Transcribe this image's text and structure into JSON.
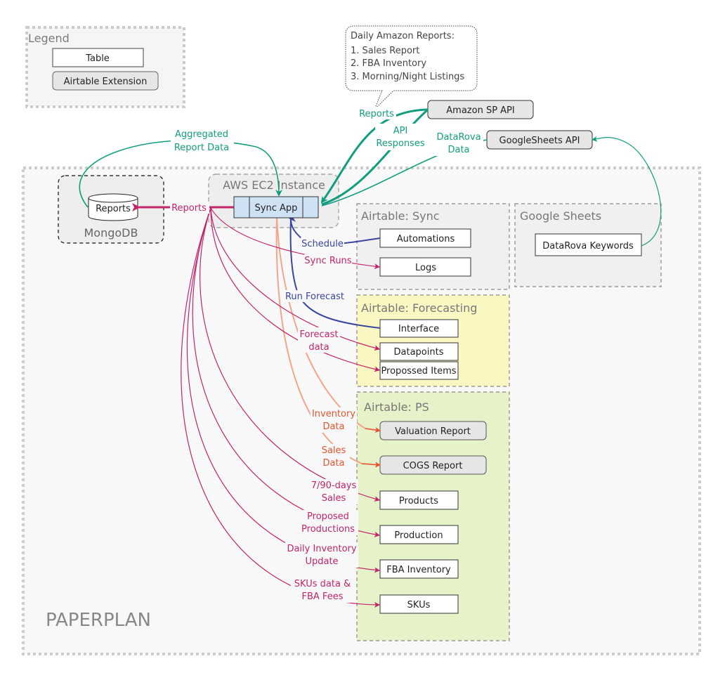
{
  "legend": {
    "title": "Legend",
    "table_label": "Table",
    "extension_label": "Airtable Extension"
  },
  "callout": {
    "lines": [
      "Daily Amazon Reports:",
      "1. Sales Report",
      "2. FBA Inventory",
      "3. Morning/Night Listings"
    ]
  },
  "apis": {
    "amazon": "Amazon SP API",
    "googlesheets": "GoogleSheets API"
  },
  "paperplan": {
    "title": "PAPERPLAN"
  },
  "mongodb": {
    "title": "MongoDB",
    "reports": "Reports"
  },
  "aws": {
    "title": "AWS EC2 Instance",
    "sync_app": "Sync App"
  },
  "sync_group": {
    "title": "Airtable: Sync",
    "automations": "Automations",
    "logs": "Logs"
  },
  "google_sheets": {
    "title": "Google Sheets",
    "keywords": "DataRova Keywords"
  },
  "forecasting": {
    "title": "Airtable: Forecasting",
    "interface": "Interface",
    "datapoints": "Datapoints",
    "proposed_items": "Propossed Items"
  },
  "ps": {
    "title": "Airtable: PS",
    "valuation": "Valuation Report",
    "cogs": "COGS Report",
    "products": "Products",
    "production": "Production",
    "fba_inventory": "FBA Inventory",
    "skus": "SKUs"
  },
  "edge_labels": {
    "aggregated": [
      "Aggregated",
      "Report Data"
    ],
    "reports_top": "Reports",
    "api_responses": [
      "API",
      "Responses"
    ],
    "datarova": [
      "DataRova",
      "Data"
    ],
    "reports_mongo": "Reports",
    "schedule": "Schedule",
    "sync_runs": "Sync Runs",
    "run_forecast": "Run Forecast",
    "forecast_data": [
      "Forecast",
      "data"
    ],
    "inventory_data": [
      "Inventory",
      "Data"
    ],
    "sales_data": [
      "Sales",
      "Data"
    ],
    "sales_7_90": [
      "7/90-days",
      "Sales"
    ],
    "proposed_productions": [
      "Proposed",
      "Productions"
    ],
    "daily_inventory": [
      "Daily Inventory",
      "Update"
    ],
    "skus_fees": [
      "SKUs data &",
      "FBA Fees"
    ]
  },
  "colors": {
    "teal": "#129e7e",
    "magenta": "#c3246b",
    "indigo": "#3a45a0",
    "salmon": "#f2a58a",
    "orange_red": "#e5532c"
  }
}
